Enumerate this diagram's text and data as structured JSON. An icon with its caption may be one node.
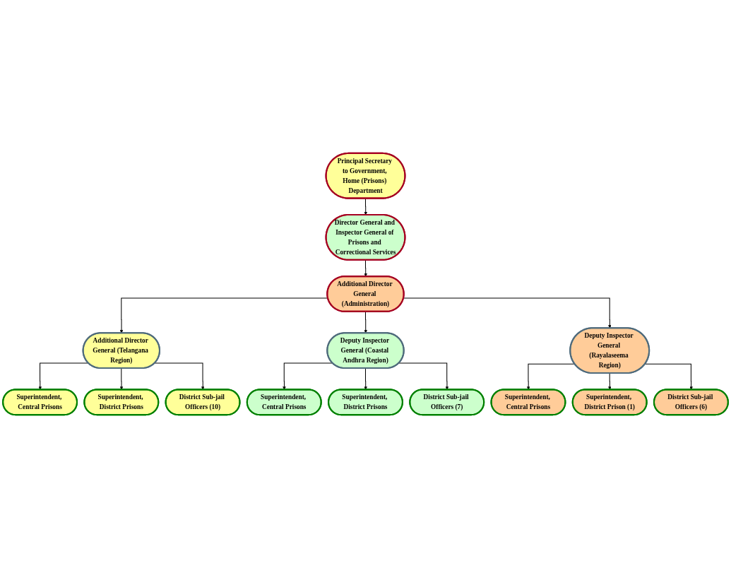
{
  "diagram": {
    "nodes": [
      {
        "text": [
          "Principal Secretary to Government, Home (Prisons) Department"
        ]
      },
      {
        "text": [
          "Director General and Inspector General of Prisons and Correctional Services"
        ]
      },
      {
        "text": [
          "Additional Director General (Administration)"
        ]
      },
      {
        "text": [
          "Additional Director General (Telangana Region)"
        ]
      },
      {
        "text": [
          "Deputy Inspector General (Coastal Andhra Region)"
        ]
      },
      {
        "text": [
          "Deputy Inspector General (Rayalaseema Region)"
        ]
      },
      {
        "text": [
          "Superintendent, Central Prisons"
        ]
      },
      {
        "text": [
          "Superintendent, District Prisons"
        ]
      },
      {
        "text": [
          "District Sub-jail Officers (10)"
        ]
      },
      {
        "text": [
          "Superintendent, Central Prisons"
        ]
      },
      {
        "text": [
          "Superintendent, District Prisons"
        ]
      },
      {
        "text": [
          "District Sub-jail Officers (7)"
        ]
      },
      {
        "text": [
          "Superintendent, Central Prisons"
        ]
      },
      {
        "text": [
          "Superintendent, District Prison (1)"
        ]
      },
      {
        "text": [
          "District Sub-jail Officers (6)"
        ]
      }
    ],
    "edges": [
      {
        "from": 0,
        "to": 1,
        "arrow": "to"
      },
      {
        "from": 1,
        "to": 2,
        "arrow": "to"
      },
      {
        "from": 2,
        "to": 3,
        "arrow": "to"
      },
      {
        "from": 2,
        "to": 4,
        "arrow": "to"
      },
      {
        "from": 2,
        "to": 5,
        "arrow": "to"
      },
      {
        "from": 3,
        "to": 6,
        "arrow": "to"
      },
      {
        "from": 3,
        "to": 7,
        "arrow": "to"
      },
      {
        "from": 3,
        "to": 8,
        "arrow": "to"
      },
      {
        "from": 4,
        "to": 9,
        "arrow": "to"
      },
      {
        "from": 4,
        "to": 10,
        "arrow": "to"
      },
      {
        "from": 4,
        "to": 11,
        "arrow": "to"
      },
      {
        "from": 5,
        "to": 12,
        "arrow": "to"
      },
      {
        "from": 5,
        "to": 13,
        "arrow": "to"
      },
      {
        "from": 5,
        "to": 14,
        "arrow": "to"
      }
    ]
  }
}
